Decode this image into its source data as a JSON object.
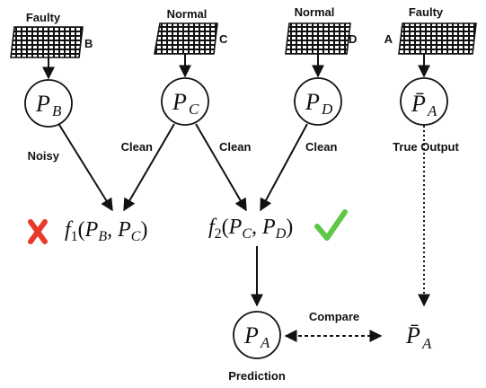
{
  "panels": [
    {
      "status": "Faulty",
      "id": "B"
    },
    {
      "status": "Normal",
      "id": "C"
    },
    {
      "status": "Normal",
      "id": "D"
    },
    {
      "status": "Faulty",
      "id": "A"
    }
  ],
  "nodes": {
    "b": {
      "var": "P",
      "sub": "B"
    },
    "c": {
      "var": "P",
      "sub": "C"
    },
    "d": {
      "var": "P",
      "sub": "D"
    },
    "a_true": {
      "var": "P̄",
      "sub": "A"
    },
    "a_pred": {
      "var": "P",
      "sub": "A"
    }
  },
  "edge_labels": {
    "noisy": "Noisy",
    "clean_1": "Clean",
    "clean_2": "Clean",
    "clean_3": "Clean",
    "true_output": "True Output",
    "compare": "Compare",
    "prediction": "Prediction"
  },
  "functions": {
    "f1": {
      "name": "f",
      "index": "1",
      "arg1": "P",
      "arg1_sub": "B",
      "arg2": "P",
      "arg2_sub": "C"
    },
    "f2": {
      "name": "f",
      "index": "2",
      "arg1": "P",
      "arg1_sub": "C",
      "arg2": "P",
      "arg2_sub": "D"
    }
  },
  "true_value": {
    "var": "P̄",
    "sub": "A"
  },
  "marks": {
    "cross": "cross-mark-icon",
    "check": "check-mark-icon"
  },
  "colors": {
    "cross": "#e8392b",
    "check": "#5ec746",
    "line": "#111111"
  }
}
